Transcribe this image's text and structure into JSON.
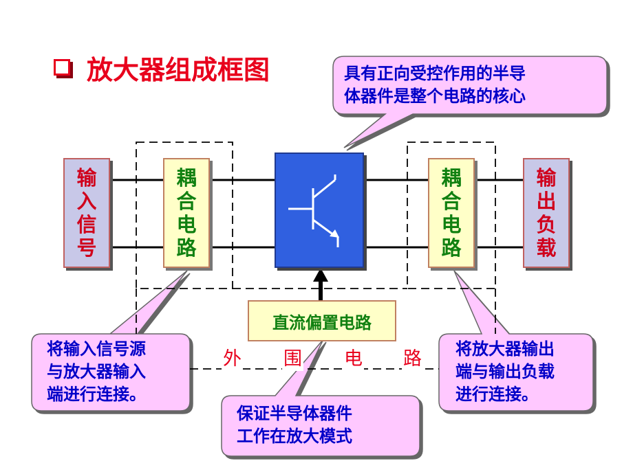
{
  "title": "放大器组成框图",
  "blocks": {
    "input_signal": [
      "输",
      "入",
      "信",
      "号"
    ],
    "coupling_left": [
      "耦",
      "合",
      "电",
      "路"
    ],
    "coupling_right": [
      "耦",
      "合",
      "电",
      "路"
    ],
    "output_load": [
      "输",
      "出",
      "负",
      "载"
    ],
    "dc_bias": "直流偏置电路"
  },
  "peripheral_label": [
    "外",
    "围",
    "电",
    "路"
  ],
  "callouts": {
    "top": [
      "具有正向受控作用的半导",
      "体器件是整个电路的核心"
    ],
    "left": [
      "将输入信号源",
      "与放大器输入",
      "端进行连接。"
    ],
    "bottom": [
      "保证半导体器件",
      "工作在放大模式"
    ],
    "right": [
      "将放大器输出",
      "端与输出负载",
      "进行连接。"
    ]
  },
  "colors": {
    "title": "#e8001c",
    "callout_fill": "#ffc8ff",
    "callout_text": "#0000c8",
    "transistor_fill": "#3060e0",
    "coupling_fill": "#ffffc8",
    "endpoint_fill": "#c8c8e8"
  },
  "icons": {
    "bullet": "hollow-square-bullet-icon",
    "core": "npn-transistor-icon"
  }
}
